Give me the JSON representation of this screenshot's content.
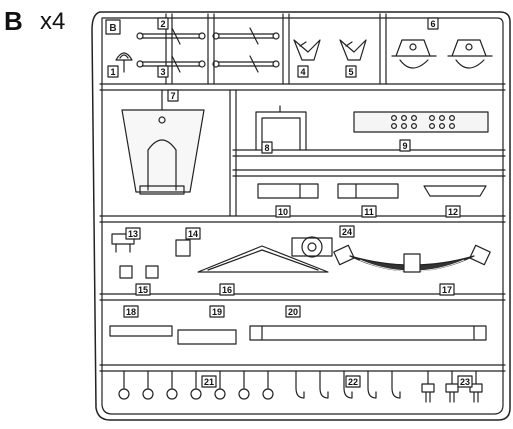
{
  "header": {
    "sprue_letter": "B",
    "quantity": "x4",
    "tab_letter": "B"
  },
  "parts": [
    {
      "no": "1"
    },
    {
      "no": "2"
    },
    {
      "no": "3"
    },
    {
      "no": "4"
    },
    {
      "no": "5"
    },
    {
      "no": "6"
    },
    {
      "no": "7"
    },
    {
      "no": "8"
    },
    {
      "no": "9"
    },
    {
      "no": "10"
    },
    {
      "no": "11"
    },
    {
      "no": "12"
    },
    {
      "no": "13"
    },
    {
      "no": "14"
    },
    {
      "no": "15"
    },
    {
      "no": "16"
    },
    {
      "no": "17"
    },
    {
      "no": "18"
    },
    {
      "no": "19"
    },
    {
      "no": "20"
    },
    {
      "no": "21"
    },
    {
      "no": "22"
    },
    {
      "no": "23"
    },
    {
      "no": "24"
    }
  ],
  "colors": {
    "ink": "#222222",
    "paper": "#ffffff",
    "part_fill": "#f2f2f2",
    "spring_fill": "#333333"
  }
}
